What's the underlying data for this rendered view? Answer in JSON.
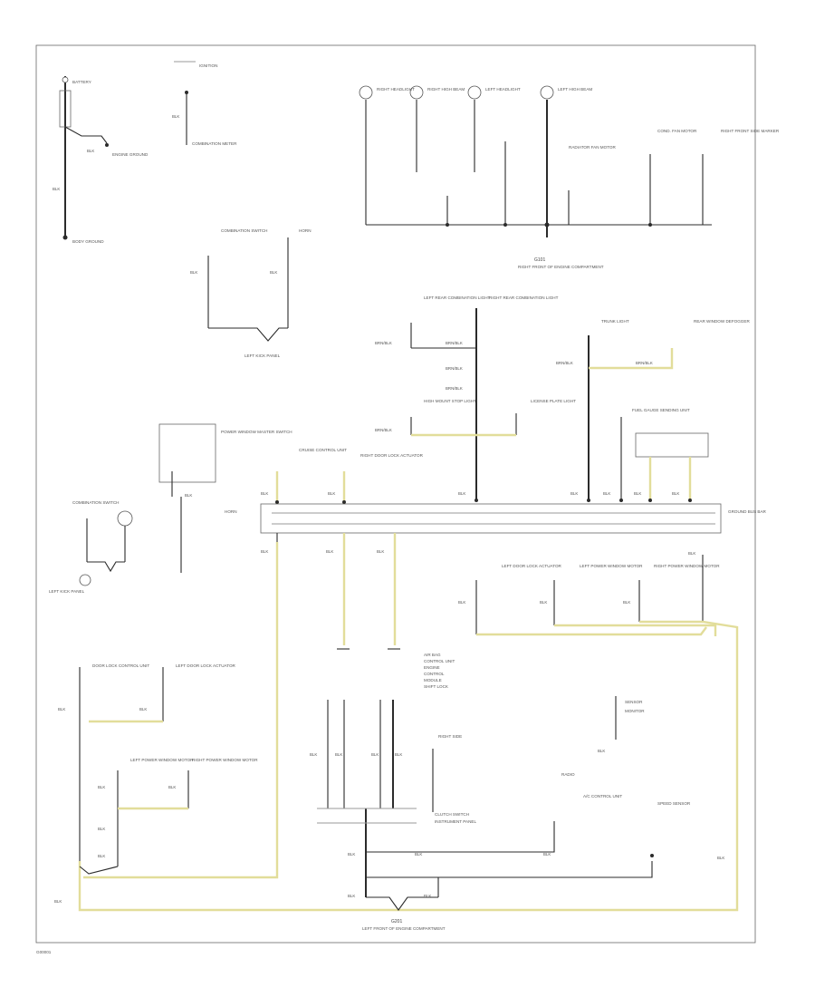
{
  "page_label": "G00001",
  "power": {
    "battery": "BATTERY",
    "ignition": "IGNITION",
    "wire_a": "BLK",
    "wire_b": "BLK",
    "wire_c": "BLK",
    "body_ground": "BODY GROUND",
    "engine_ground": "ENGINE GROUND",
    "comb_meter": "COMBINATION METER"
  },
  "left_mid": {
    "combination_switch": "COMBINATION SWITCH",
    "horn": "HORN",
    "g_left_kick": "LEFT KICK PANEL",
    "blk1": "BLK",
    "blk2": "BLK"
  },
  "top_headlights": {
    "h1": "RIGHT HEADLIGHT",
    "h2": "RIGHT HIGH BEAM",
    "h3": "LEFT HEADLIGHT",
    "h4": "LEFT HIGH BEAM",
    "c1": "RADIATOR FAN MOTOR",
    "c2": "COND. FAN MOTOR",
    "c3": "RIGHT FRONT SIDE MARKER",
    "ground_caption": "RIGHT FRONT OF ENGINE COMPARTMENT",
    "g": "G101"
  },
  "middle_right": {
    "r1": "LEFT REAR COMBINATION LIGHT",
    "r2": "RIGHT REAR COMBINATION LIGHT",
    "r3": "HIGH MOUNT STOP LIGHT",
    "r4": "LICENSE PLATE LIGHT",
    "r5": "TRUNK LIGHT",
    "r6": "REAR WINDOW DEFOGGER",
    "r7": "FUEL GAUGE SENDING UNIT",
    "wire": "BRN/BLK"
  },
  "bus": {
    "caption": "GROUND BUS BAR",
    "c1": "CRUISE CONTROL UNIT",
    "c2": "RIGHT DOOR LOCK ACTUATOR",
    "c3": "POWER WINDOW MASTER SWITCH",
    "w1": "BLK",
    "w2": "BLK",
    "w3": "BLK",
    "w4": "BLK",
    "w5": "BLK",
    "w6": "BLK",
    "w7": "BLK"
  },
  "lower_left": {
    "l1": "LEFT DOOR LOCK ACTUATOR",
    "l2": "LEFT POWER WINDOW MOTOR",
    "l3": "RIGHT POWER WINDOW MOTOR",
    "l4": "DOOR LOCK CONTROL UNIT",
    "w": "BLK"
  },
  "lower_center": {
    "list": [
      "AIR BAG",
      "CONTROL UNIT",
      "ENGINE",
      "CONTROL",
      "MODULE",
      "SHIFT LOCK"
    ],
    "right_side": "RIGHT SIDE",
    "clutch": "CLUTCH SWITCH",
    "mount": "INSTRUMENT PANEL",
    "bottom_caption": "LEFT FRONT OF ENGINE COMPARTMENT",
    "g": "G201",
    "wire": "BLK"
  },
  "lower_right": {
    "radio": "RADIO",
    "ac": "A/C CONTROL UNIT",
    "sensor": "SENSOR",
    "monitor": "MONITOR",
    "sensor2": "SPEED SENSOR",
    "wire": "BLK"
  }
}
